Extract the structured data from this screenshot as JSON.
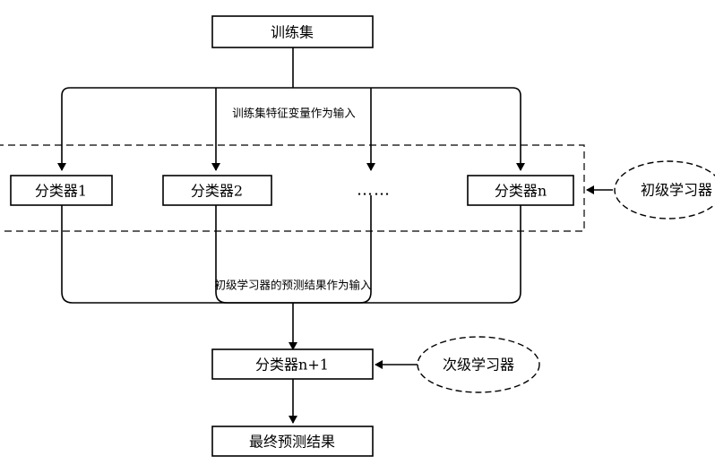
{
  "nodes": {
    "training_set": "训练集",
    "classifier_1": "分类器1",
    "classifier_2": "分类器2",
    "ellipsis": "……",
    "classifier_n": "分类器n",
    "meta_classifier": "分类器n+1",
    "final_result": "最终预测结果"
  },
  "groups": {
    "primary_learner": "初级学习器",
    "secondary_learner": "次级学习器"
  },
  "edge_labels": {
    "training_features_input": "训练集特征变量作为输入",
    "primary_predictions_input": "初级学习器的预测结果作为输入"
  }
}
